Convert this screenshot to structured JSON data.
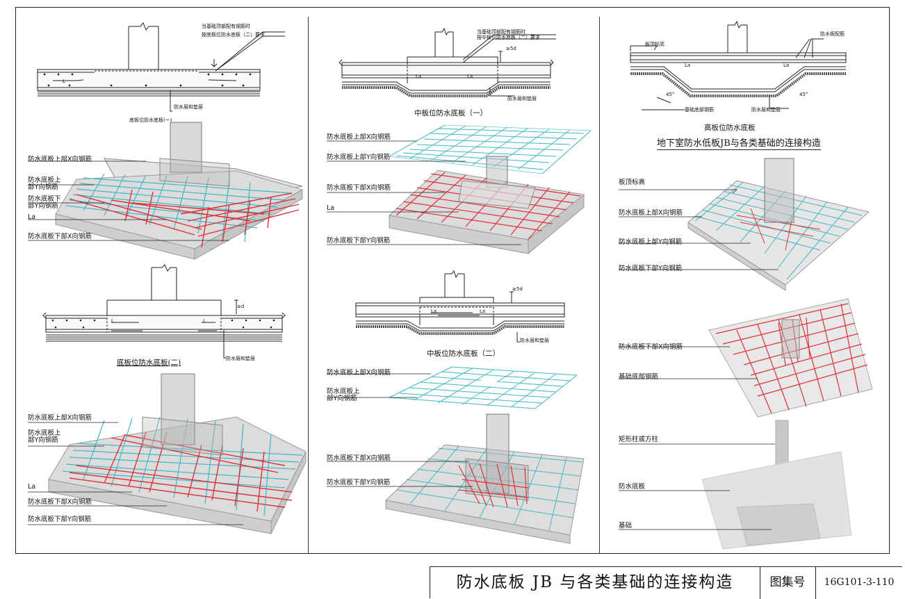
{
  "title_block": {
    "title": "防水底板 JB 与各类基础的连接构造",
    "atlas_label": "图集号",
    "atlas_number": "16G101-3-110"
  },
  "left": {
    "sec1": {
      "note1": "当基础顶部配有钢筋时",
      "note2": "按底板位防水底板（二）要求",
      "La": "L",
      "layer": "防水层和垫层"
    },
    "iso1": {
      "caption": "底板位防水底板(一)",
      "labels": [
        "防水底板上部X向钢筋",
        "防水底板上",
        "部Y向钢筋",
        "防水底板下",
        "部Y向钢筋",
        "La",
        "防水底板下部X向钢筋"
      ]
    },
    "sec2": {
      "La": "L",
      "dim": "≥d",
      "layer": "防水层和垫层",
      "caption": "底板位防水底板(二)"
    },
    "iso2": {
      "labels": [
        "防水底板上部X向钢筋",
        "防水底板上",
        "部Y向钢筋",
        "La",
        "防水底板下部X向钢筋",
        "防水底板下部Y向钢筋"
      ]
    }
  },
  "middle": {
    "sec1": {
      "note1": "当基础顶部配有钢筋时",
      "note2": "按中板位防水底板（二）要求",
      "dim": "≥5d",
      "La": "La",
      "layer": "防水层和垫层",
      "caption": "中板位防水底板（一）"
    },
    "iso1": {
      "labels": [
        "防水底板上部X向钢筋",
        "防水底板上部Y向钢筋",
        "防水底板下部X向钢筋",
        "La",
        "防水底板下部Y向钢筋"
      ]
    },
    "sec2": {
      "dim": "≥5d",
      "La": "La",
      "layer": "防水层和垫层",
      "caption": "中板位防水底板（二）"
    },
    "iso2": {
      "labels": [
        "防水底板上部X向钢筋",
        "防水底板上",
        "部Y向钢筋",
        "防水底板下部X向钢筋",
        "防水底板下部Y向钢筋"
      ]
    }
  },
  "right": {
    "sec": {
      "top_level": "板顶标高",
      "rebar": "防水板配筋",
      "La": "La",
      "angle": "45°",
      "base_rebar": "基础底部钢筋",
      "layer": "防水层和垫层",
      "caption": "高板位防水底板"
    },
    "group_title": "地下室防水低板JB与各类基础的连接构造",
    "iso1": {
      "labels": [
        "板顶标高",
        "防水底板上部X向钢筋",
        "防水底板上部Y向钢筋",
        "防水底板下部Y向钢筋"
      ]
    },
    "iso2": {
      "labels": [
        "防水底板下部X向钢筋",
        "基础底部钢筋"
      ]
    },
    "iso3": {
      "labels": [
        "矩形柱或方柱",
        "防水底板",
        "基础"
      ]
    }
  },
  "colors": {
    "cyan_rebar": "#3fb8c4",
    "red_rebar": "#e0303a",
    "concrete": "#d6d6d6",
    "line": "#222222"
  }
}
